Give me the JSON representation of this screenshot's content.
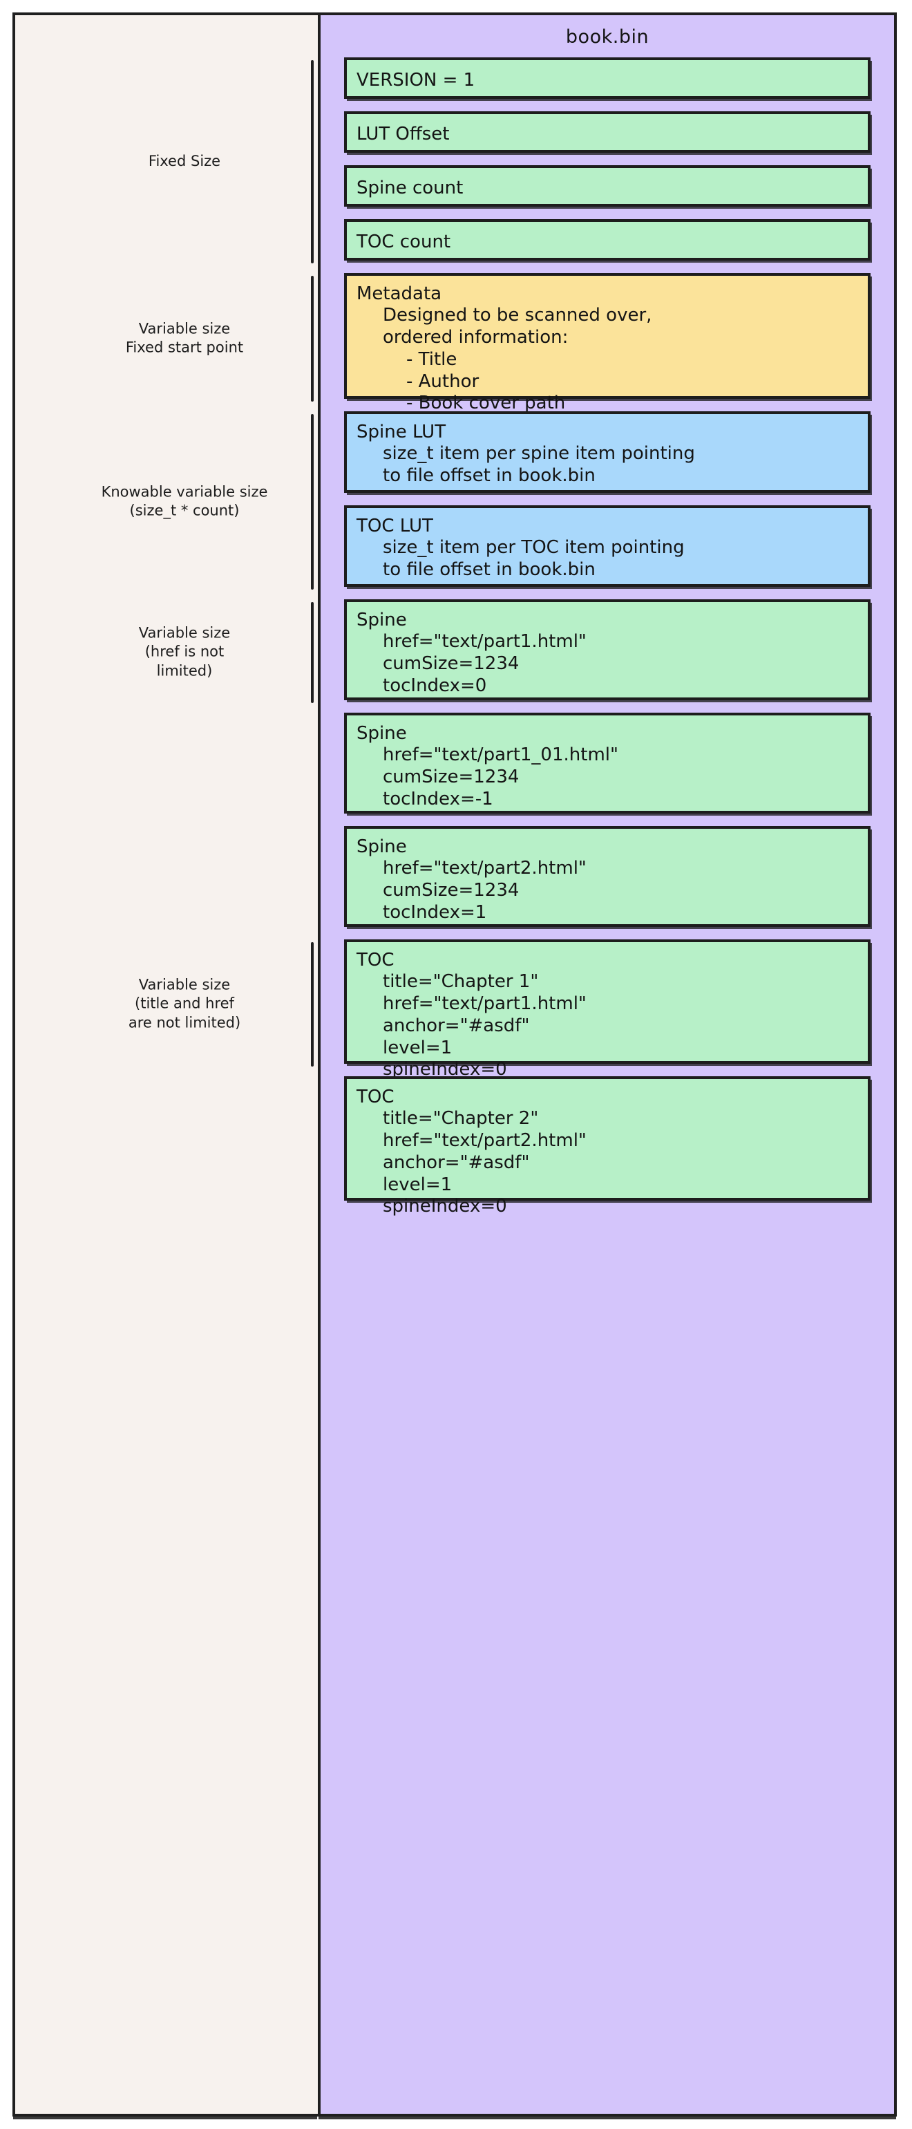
{
  "diagram": {
    "title": "book.bin",
    "colors": {
      "page_background": "#ffffff",
      "left_panel": "#f7f2ee",
      "container": "#d4c5fb",
      "green_block": "#b7f0c8",
      "yellow_block": "#fbe39a",
      "blue_block": "#a9d8fb",
      "stroke": "#1f1f1f",
      "text": "#141414"
    },
    "left_labels": [
      {
        "id": "fixed-size",
        "text": "Fixed Size"
      },
      {
        "id": "variable-fixed-start",
        "text": "Variable size\nFixed start point"
      },
      {
        "id": "knowable-variable-size",
        "text": "Knowable variable size\n(size_t * count)"
      },
      {
        "id": "variable-href",
        "text": "Variable size\n(href is not\nlimited)"
      },
      {
        "id": "variable-title-href",
        "text": "Variable size\n(title and href\nare not limited)"
      }
    ],
    "blocks": [
      {
        "id": "version",
        "color": "green",
        "size": "small",
        "title": "VERSION = 1",
        "lines": []
      },
      {
        "id": "lut-offset",
        "color": "green",
        "size": "small",
        "title": "LUT Offset",
        "lines": []
      },
      {
        "id": "spine-count",
        "color": "green",
        "size": "small",
        "title": "Spine count",
        "lines": []
      },
      {
        "id": "toc-count",
        "color": "green",
        "size": "small",
        "title": "TOC count",
        "lines": []
      },
      {
        "id": "metadata",
        "color": "yellow",
        "size": "meta",
        "title": "Metadata",
        "lines": [
          "Designed to be scanned over,",
          "ordered information:"
        ],
        "sublines": [
          "- Title",
          "- Author",
          "- Book cover path"
        ]
      },
      {
        "id": "spine-lut",
        "color": "blue",
        "size": "lut",
        "title": "Spine LUT",
        "lines": [
          "size_t item per spine item pointing",
          "to file offset in book.bin"
        ]
      },
      {
        "id": "toc-lut",
        "color": "blue",
        "size": "lut",
        "title": "TOC LUT",
        "lines": [
          "size_t item per TOC item pointing",
          "to file offset in book.bin"
        ]
      },
      {
        "id": "spine-1",
        "color": "green",
        "size": "spine",
        "title": "Spine",
        "lines": [
          "href=\"text/part1.html\"",
          "cumSize=1234",
          "tocIndex=0"
        ]
      },
      {
        "id": "spine-2",
        "color": "green",
        "size": "spine",
        "title": "Spine",
        "lines": [
          "href=\"text/part1_01.html\"",
          "cumSize=1234",
          "tocIndex=-1"
        ]
      },
      {
        "id": "spine-3",
        "color": "green",
        "size": "spine",
        "title": "Spine",
        "lines": [
          "href=\"text/part2.html\"",
          "cumSize=1234",
          "tocIndex=1"
        ]
      },
      {
        "id": "toc-1",
        "color": "green",
        "size": "toc",
        "title": "TOC",
        "lines": [
          "title=\"Chapter 1\"",
          "href=\"text/part1.html\"",
          "anchor=\"#asdf\"",
          "level=1",
          "spineIndex=0"
        ]
      },
      {
        "id": "toc-2",
        "color": "green",
        "size": "toc",
        "title": "TOC",
        "lines": [
          "title=\"Chapter 2\"",
          "href=\"text/part2.html\"",
          "anchor=\"#asdf\"",
          "level=1",
          "spineIndex=0"
        ]
      }
    ]
  }
}
